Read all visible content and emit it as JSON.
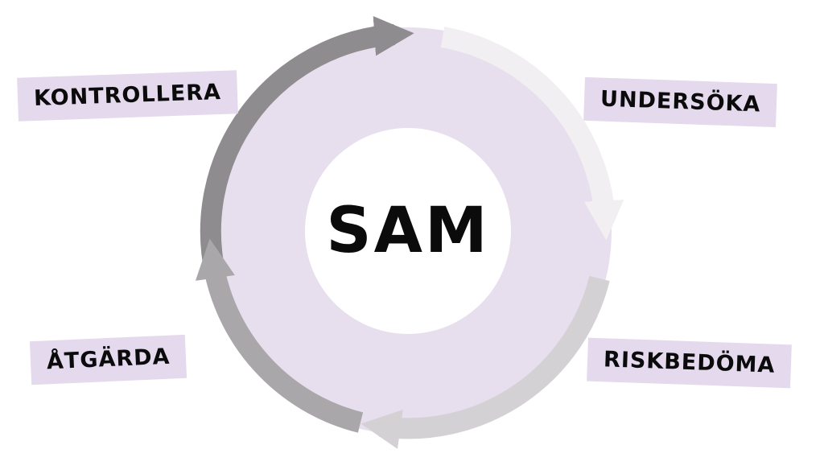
{
  "diagram": {
    "center_label": "SAM",
    "labels": [
      {
        "text": "KONTROLLERA",
        "position": "top-left"
      },
      {
        "text": "UNDERSÖKA",
        "position": "top-right"
      },
      {
        "text": "ÅTGÄRDA",
        "position": "bottom-left"
      },
      {
        "text": "RISKBEDÖMA",
        "position": "bottom-right"
      }
    ],
    "colors": {
      "circle_fill": "#e7dfed",
      "inner_circle_fill": "#ffffff",
      "label_bg": "#e5d9ee",
      "text": "#0b0b0b",
      "arrow_top_left": "#8e8c8e",
      "arrow_right": "#f2eff3",
      "arrow_bottom": "#d4d1d5",
      "arrow_left": "#a9a7aa"
    }
  }
}
